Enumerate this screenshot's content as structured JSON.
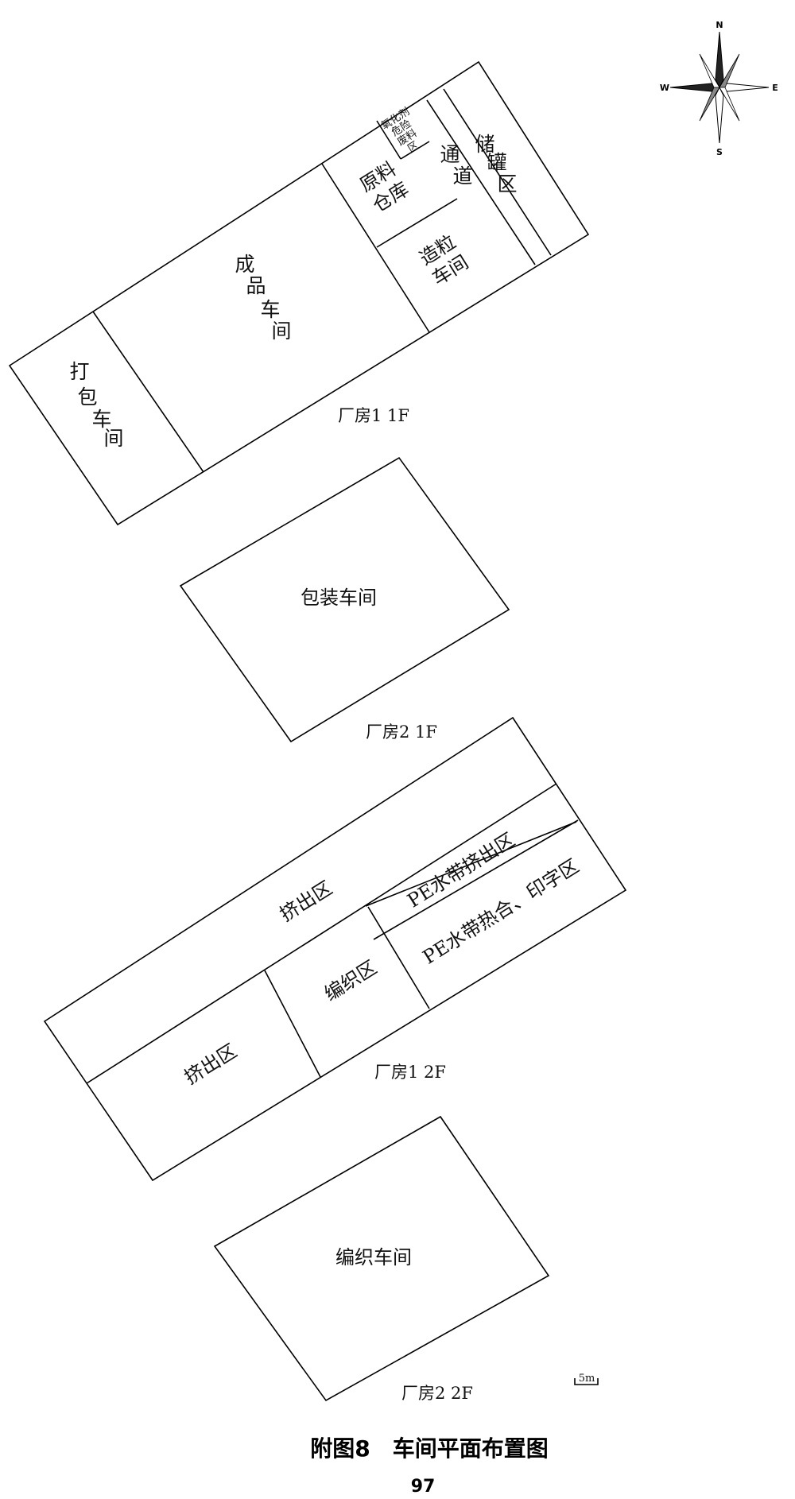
{
  "compass": {
    "n": "N",
    "s": "S",
    "e": "E",
    "w": "W"
  },
  "building1_1f": {
    "floor_label": "厂房1 1F",
    "rooms": {
      "packing_chars": [
        "打",
        "包",
        "车",
        "间"
      ],
      "finished_chars": [
        "成",
        "品",
        "车",
        "间"
      ],
      "raw_line1": "原料",
      "raw_line2": "仓库",
      "chem_line1": "氧化剂",
      "chem_line2": "危险",
      "chem_line3": "废料",
      "chem_line4": "区",
      "passage_chars": [
        "通",
        "道"
      ],
      "tank_chars": [
        "储",
        "罐",
        "区"
      ],
      "granule_line1": "造粒",
      "granule_line2": "车间"
    }
  },
  "building2_1f": {
    "floor_label": "厂房2 1F",
    "room": "包装车间"
  },
  "building1_2f": {
    "floor_label": "厂房1 2F",
    "extrusion_upper": "挤出区",
    "extrusion_lower": "挤出区",
    "weaving": "编织区",
    "pe_extrusion": "PE水带挤出区",
    "pe_heat": "PE水带热合、印字区"
  },
  "building2_2f": {
    "floor_label": "厂房2 2F",
    "room": "编织车间"
  },
  "scale": "5m",
  "caption": "附图8　车间平面布置图",
  "page_number": "97"
}
